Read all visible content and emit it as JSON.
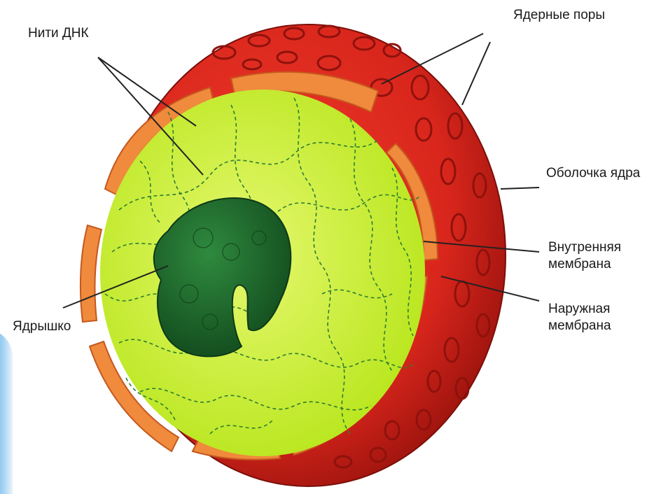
{
  "labels": {
    "dna_threads": "Нити ДНК",
    "nuclear_pores": "Ядерные поры",
    "nuclear_envelope": "Оболочка ядра",
    "inner_membrane": [
      "Внутренняя",
      "мембрана"
    ],
    "outer_membrane": [
      "Наружная",
      "мембрана"
    ],
    "nucleolus": "Ядрышко"
  },
  "colors": {
    "outer_membrane": "#d9261c",
    "outer_membrane_dark": "#a3150f",
    "envelope_band": "#f08a3c",
    "nucleoplasm": "#c8ef2a",
    "nucleoplasm_light": "#e6f870",
    "nucleolus": "#1f6b2e",
    "dna_threads": "#2e7d32",
    "leader_lines": "#222222"
  }
}
